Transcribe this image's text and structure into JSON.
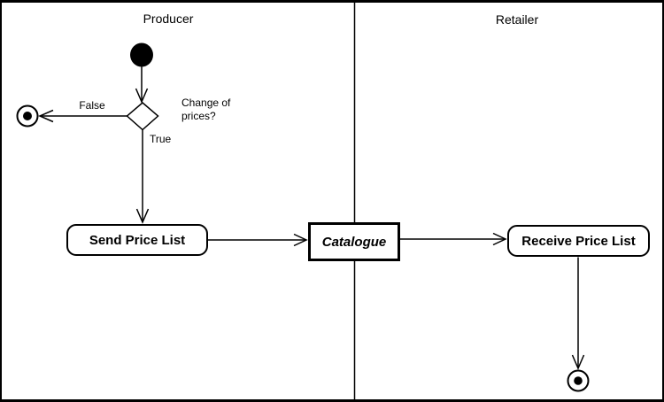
{
  "diagram": {
    "type": "uml-activity-diagram",
    "lanes": [
      {
        "title": "Producer"
      },
      {
        "title": "Retailer"
      }
    ],
    "nodes": {
      "start": {
        "type": "initial-node"
      },
      "decision": {
        "question": "Change of prices?"
      },
      "end_producer": {
        "type": "final-node"
      },
      "action_send": {
        "label": "Send Price List"
      },
      "object_catalogue": {
        "label": "Catalogue"
      },
      "action_receive": {
        "label": "Receive Price List"
      },
      "end_retailer": {
        "type": "final-node"
      }
    },
    "edges": {
      "false_guard": "False",
      "true_guard": "True"
    },
    "colors": {
      "stroke": "#000000",
      "background": "#ffffff"
    }
  }
}
